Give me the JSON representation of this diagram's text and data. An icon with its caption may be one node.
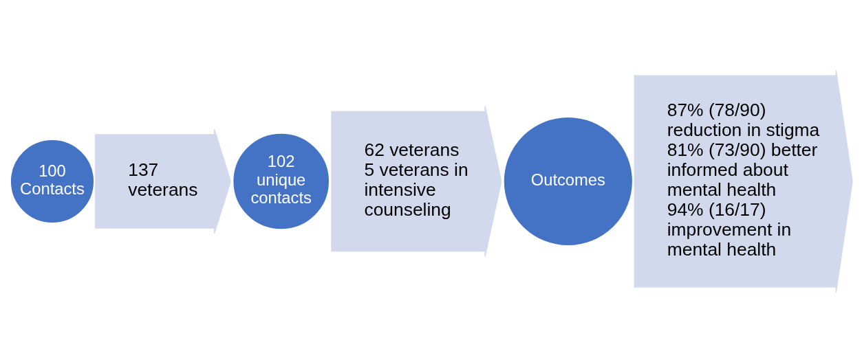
{
  "diagram": {
    "nodes": [
      {
        "text": [
          "100 Contacts"
        ]
      },
      {
        "text": [
          "137 veterans"
        ]
      },
      {
        "text": [
          "102 unique contacts"
        ]
      },
      {
        "text": [
          "62 veterans",
          "5 veterans in intensive counseling"
        ]
      },
      {
        "text": [
          "Outcomes"
        ]
      },
      {
        "text": [
          "87% (78/90) reduction in stigma",
          "81% (73/90) better informed about mental health",
          "94% (16/17) improvement in mental health"
        ]
      }
    ]
  }
}
